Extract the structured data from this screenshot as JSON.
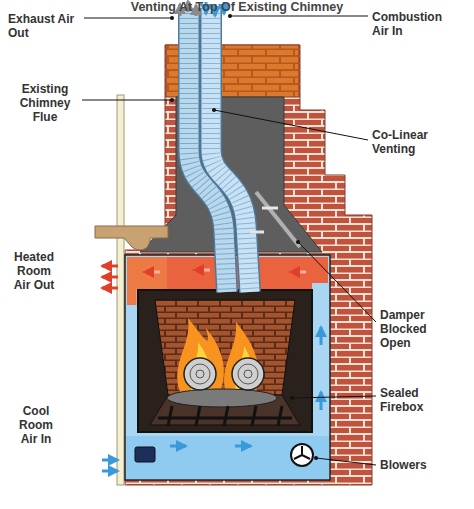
{
  "diagram": {
    "title": "Venting At Top Of Existing Chimney",
    "labels": [
      "Exhaust Air Out",
      "Combustion Air In",
      "Existing Chimney Flue",
      "Co-Linear Venting",
      "Heated Room Air Out",
      "Damper Blocked Open",
      "Sealed Firebox",
      "Cool Room Air In",
      "Blowers"
    ]
  }
}
